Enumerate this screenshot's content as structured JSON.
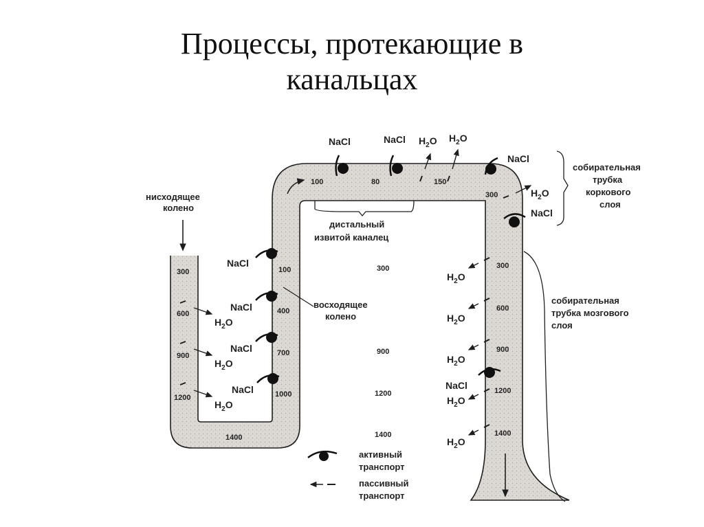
{
  "title": {
    "line1": "Процессы, протекающие в",
    "line2": "канальцах"
  },
  "labels": {
    "descending_limb": [
      "нисходящее",
      "колено"
    ],
    "distal_tubule": [
      "дистальный",
      "извитой каналец"
    ],
    "ascending_limb": [
      "восходящее",
      "колено"
    ],
    "cortical_duct": [
      "собирательная",
      "трубка",
      "коркового",
      "слоя"
    ],
    "medullary_duct": [
      "собирательная",
      "трубка мозгового",
      "слоя"
    ],
    "legend_active": [
      "активный",
      "транспорт"
    ],
    "legend_passive": [
      "пассивный",
      "транспорт"
    ]
  },
  "chem": {
    "nacl": "NaCl",
    "h2o_h": "H",
    "h2o_2": "2",
    "h2o_o": "O"
  },
  "values": {
    "descending": [
      "300",
      "600",
      "900",
      "1200"
    ],
    "bend": "1400",
    "ascending": [
      "100",
      "400",
      "700",
      "1000"
    ],
    "distal": [
      "100",
      "80",
      "150"
    ],
    "cortical": "300",
    "medullary": [
      "300",
      "600",
      "900",
      "1200",
      "1400"
    ],
    "interstitium": [
      "300",
      "900",
      "1200",
      "1400"
    ]
  },
  "colors": {
    "tube_fill": "#d9d6d2",
    "stroke": "#1e1e1e"
  }
}
